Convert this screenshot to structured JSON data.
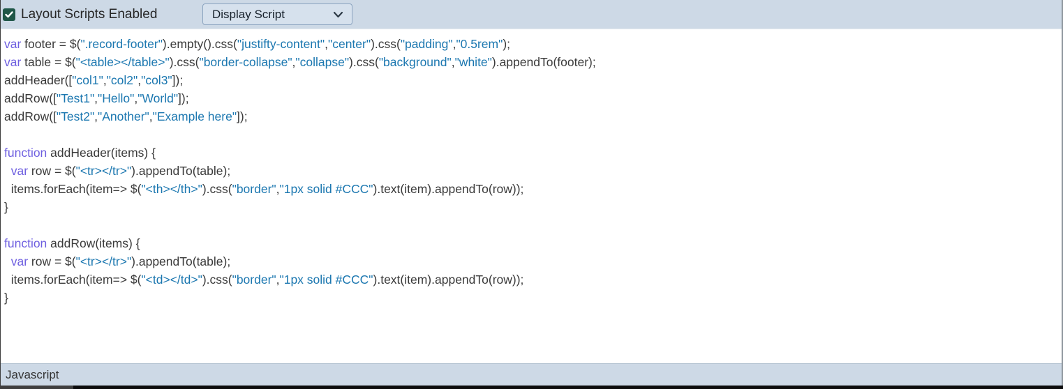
{
  "topbar": {
    "checkbox_label": "Layout Scripts Enabled",
    "checkbox_checked": true,
    "dropdown_value": "Display Script"
  },
  "statusbar": {
    "label": "Javascript"
  },
  "colors": {
    "toolbar_bg": "#cdd9e6",
    "checkbox_green": "#1f5647",
    "keyword": "#6e5fe0",
    "string": "#1b77b0",
    "code_text": "#3a3a3a"
  },
  "code": {
    "language": "Javascript",
    "lines": [
      [
        [
          "k",
          "var"
        ],
        [
          "p",
          " footer = $("
        ],
        [
          "s",
          "\".record-footer\""
        ],
        [
          "p",
          ").empty().css("
        ],
        [
          "s",
          "\"justifty-content\""
        ],
        [
          "p",
          ","
        ],
        [
          "s",
          "\"center\""
        ],
        [
          "p",
          ").css("
        ],
        [
          "s",
          "\"padding\""
        ],
        [
          "p",
          ","
        ],
        [
          "s",
          "\"0.5rem\""
        ],
        [
          "p",
          ");"
        ]
      ],
      [
        [
          "k",
          "var"
        ],
        [
          "p",
          " table = $("
        ],
        [
          "s",
          "\"<table></table>\""
        ],
        [
          "p",
          ").css("
        ],
        [
          "s",
          "\"border-collapse\""
        ],
        [
          "p",
          ","
        ],
        [
          "s",
          "\"collapse\""
        ],
        [
          "p",
          ").css("
        ],
        [
          "s",
          "\"background\""
        ],
        [
          "p",
          ","
        ],
        [
          "s",
          "\"white\""
        ],
        [
          "p",
          ").appendTo(footer);"
        ]
      ],
      [
        [
          "p",
          "addHeader(["
        ],
        [
          "s",
          "\"col1\""
        ],
        [
          "p",
          ","
        ],
        [
          "s",
          "\"col2\""
        ],
        [
          "p",
          ","
        ],
        [
          "s",
          "\"col3\""
        ],
        [
          "p",
          "]);"
        ]
      ],
      [
        [
          "p",
          "addRow(["
        ],
        [
          "s",
          "\"Test1\""
        ],
        [
          "p",
          ","
        ],
        [
          "s",
          "\"Hello\""
        ],
        [
          "p",
          ","
        ],
        [
          "s",
          "\"World\""
        ],
        [
          "p",
          "]);"
        ]
      ],
      [
        [
          "p",
          "addRow(["
        ],
        [
          "s",
          "\"Test2\""
        ],
        [
          "p",
          ","
        ],
        [
          "s",
          "\"Another\""
        ],
        [
          "p",
          ","
        ],
        [
          "s",
          "\"Example here\""
        ],
        [
          "p",
          "]);"
        ]
      ],
      [],
      [
        [
          "k",
          "function"
        ],
        [
          "p",
          " addHeader(items) {"
        ]
      ],
      [
        [
          "p",
          "  "
        ],
        [
          "k",
          "var"
        ],
        [
          "p",
          " row = $("
        ],
        [
          "s",
          "\"<tr></tr>\""
        ],
        [
          "p",
          ").appendTo(table);"
        ]
      ],
      [
        [
          "p",
          "  items.forEach(item=> $("
        ],
        [
          "s",
          "\"<th></th>\""
        ],
        [
          "p",
          ").css("
        ],
        [
          "s",
          "\"border\""
        ],
        [
          "p",
          ","
        ],
        [
          "s",
          "\"1px solid #CCC\""
        ],
        [
          "p",
          ").text(item).appendTo(row));"
        ]
      ],
      [
        [
          "p",
          "}"
        ]
      ],
      [],
      [
        [
          "k",
          "function"
        ],
        [
          "p",
          " addRow(items) {"
        ]
      ],
      [
        [
          "p",
          "  "
        ],
        [
          "k",
          "var"
        ],
        [
          "p",
          " row = $("
        ],
        [
          "s",
          "\"<tr></tr>\""
        ],
        [
          "p",
          ").appendTo(table);"
        ]
      ],
      [
        [
          "p",
          "  items.forEach(item=> $("
        ],
        [
          "s",
          "\"<td></td>\""
        ],
        [
          "p",
          ").css("
        ],
        [
          "s",
          "\"border\""
        ],
        [
          "p",
          ","
        ],
        [
          "s",
          "\"1px solid #CCC\""
        ],
        [
          "p",
          ").text(item).appendTo(row));"
        ]
      ],
      [
        [
          "p",
          "}"
        ]
      ]
    ]
  }
}
